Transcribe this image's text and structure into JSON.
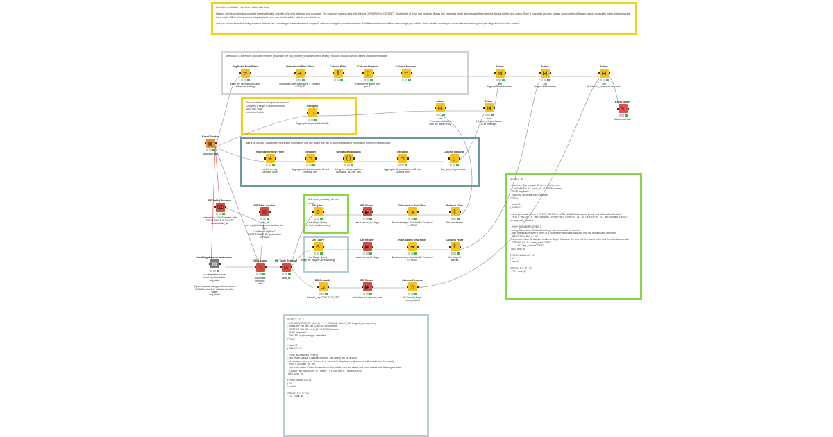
{
  "annotations": {
    "school": {
      "text": "School of duplicates - and how to deal with them\n\nDealing with duplicates is a constant theme with data scientist. And a lot of things can go wrong. The customer ways to deal with them is GROUP BY or DISTINCT. Just get rid of them and be done. But as this examples might demonstrate this might not always be the best option. Even if your data provider swears your combined IDs are unique especially in big Data scenarios there might still be lurking some nasty duplicates and you should still be able to deal with them.\n\nAnd you should be able to bring a messy dataset into a meaningful table with a nice unique ID without loosing too much information. And this workflow would like to encourage you to think about what to do with your duplicates and not to get caught off guard but to take control :-)"
    },
    "knime_advanced": {
      "text": "use KNIME's advanced duplicate remover (much like the row_number() trick described below). You can choose one line based on another variable"
    },
    "simplest": {
      "text": "The simplest form of duplicate removal.\nGroup by a single ID with functions\nsum, min, max\nwhat's not to like"
    },
    "notch": {
      "text": "Take it up a notch: Aggregate meaningful information into one single line per ID while keeping the information from several sub-rows"
    },
    "rownumber": {
      "text": "(tick a row_number() ad your\nfriend"
    },
    "sql_left": {
      "text": "SELECT  `t2`.*\n, CONCAT(TRIM(`t2`.`street`) , \" - \", TRIM(`t2`.`town`)) AS longest_adress_string\n-- mark the Top row per ID as the chosen one\n, CASE WHEN `t2`.`rank_id` =1 THEN 'chosen'\n  ELSE 'duplicate'\n  END AS `duplicate-type-classifier`\nFROM\n\n-- start t2\n( SELECT t1.*\n\n, ROW_NUMBER() OVER (\n-- set which unique ID should be kept - all others will be deleted\n-- this makes sure even if there is a *complete* duplicate only one row will remain (and be intact)\n   PARTITION BY `t1`.`ID`\n-- set rules which ID should remain on Top in this case the street and town adress with the longest entry\n   ORDER BY (LENGTH(`t1`.`street`) + LENGTH(`t1`.`town`)) DESC\n ) AS `rank_id`\n\nFROM #table# AS `t1`\n) `t2`\n-- end t2\n\nORDER BY `t2`.`ID`\n , `t2`.`rank_id`"
    },
    "sql_right": {
      "text": "SELECT `t2`.*\n\n-- mark the Top row per ID as the chosen one\n, CASE WHEN `t2`.`rank_id` =1 THEN 'chosen'\n  ELSE 'duplicate'\n  END AS `duplicate-type-classifier`\nFROM\n\n-- start t2\n( SELECT *\n\n-- also you could derive a FIRST_VALUE or LAST_VALUE within your group and add that to the table\n, FIRST_VALUE(`t1`.`last_contact`) OVER (PARTITION BY `t1`.`ID` ORDER BY `t1`.`last_contact` DESC)\nas very_last_contact\n\n, ROW_NUMBER() OVER (\n-- set which unique ID should be kept - all others will be deleted\n-- this makes sure even if there is a *complete* duplicate only one row will remain (and be intact)\n   PARTITION BY `t1`.`ID`\n-- set rules which ID should remain on Top in this case the one with the latest entry and then the last contact\n   ORDER BY `t1`.`entry_date` DESC\n        , `t1`.`last_contact` DESC\n ) AS `rank_id`\n\nFROM #table# AS `t1`\n) `t2`\n-- end t2\n\nORDER BY `t2`.`ID`\n , `t2`.`rank_id`"
    }
  },
  "nodes": {
    "dup_filter": {
      "title": "Duplicate\nRow Filter",
      "desc": "keep the highest purchase\n- advanced settings"
    },
    "rb_filter_1": {
      "title": "Rule-based\nRow Filter",
      "desc": "$duplicate-type-classifier$ = \"chosen\" => TRUE"
    },
    "col_filter_1": {
      "title": "Column Filter",
      "desc": ""
    },
    "col_rename_1": {
      "title": "Column Rename",
      "desc": "Highest Purchase ever\nper ID"
    },
    "col_resorter": {
      "title": "Column Resorter",
      "desc": ""
    },
    "joiner_1": {
      "title": "Joiner",
      "desc": "Join\nHighest Purchase ever"
    },
    "joiner_2": {
      "title": "Joiner",
      "desc": "Join\nlongest adress entry"
    },
    "joiner_3": {
      "title": "Joiner",
      "desc": "Join\nall Second_keys ever recorded"
    },
    "csv_writer": {
      "title": "Excel Writer",
      "desc": "data/result.xlsx"
    },
    "groupby_1": {
      "title": "GroupBy",
      "desc": "Aggregate all purchases to ID"
    },
    "joiner_4": {
      "title": "Joiner",
      "desc": "Join\nPurchase statistics\nwith the latest entry"
    },
    "joiner_5": {
      "title": "Joiner",
      "desc": "Join\nlist_sum_of_purchases\nof all 2nd keys"
    },
    "excel_reader": {
      "title": "Excel Reader",
      "desc": "data/data.xlsx"
    },
    "rb_filter_2": {
      "title": "Rule-based\nRow Filter",
      "desc": "delete empty\nSecond_keys"
    },
    "groupby_2": {
      "title": "GroupBy",
      "desc": "Aggregate all purchases to ID and Second_key"
    },
    "string_manip": {
      "title": "String Manipulation",
      "desc": "bring the string together\npurchase_its_2nd_key"
    },
    "groupby_3": {
      "title": "GroupBy",
      "desc": "Aggregate all purchases to ID and Second_key"
    },
    "col_rename_2": {
      "title": "Column Rename",
      "desc": "list_sum_of_purchases"
    },
    "db_table_remover": {
      "title": "DB Table Remover",
      "desc": "alternative: SQL Executor with\nDROP TABLE IF EXISTS\ndefault.data_all;"
    },
    "db_table_creator": {
      "title": "DB Table Creator",
      "desc": "data_all\nset a partitioning command on the tab\n\"Additional Options\"\nPARTITIONED BY (education STRING)"
    },
    "local_big_data": {
      "title": "local big data\ncontext create",
      "desc": "<< delete the whole\nlocal big data folder\n/big_data\n\nif you encounter any problems, close\nKNIME and delete all data from the folder\n/big_data/"
    },
    "db_loader": {
      "title": "DB Loader",
      "desc": "load data\ninto hive\ntable"
    },
    "db_table_selector": {
      "title": "DB Table Selector",
      "desc": "data_all"
    },
    "db_query_1": {
      "title": "DB Query",
      "desc": "the Magic Query\nto find the latest entry"
    },
    "db_reader_1": {
      "title": "DB Reader",
      "desc": "result of row_id Magic"
    },
    "rb_filter_3": {
      "title": "Rule-based\nRow Filter",
      "desc": "$duplicate-type-classifier$ = \"chosen\" => TRUE"
    },
    "col_filter_2": {
      "title": "Column Filter",
      "desc": "the latest entry"
    },
    "db_query_2": {
      "title": "DB Query",
      "desc": "the Magic Query\nkeep the longest adress string"
    },
    "db_reader_2": {
      "title": "DB Reader",
      "desc": "result of row_id Magic"
    },
    "rb_filter_4": {
      "title": "Rule-based\nRow Filter",
      "desc": "$duplicate-type-classifier$ = \"chosen\" => TRUE"
    },
    "col_filter_3": {
      "title": "Column Filter",
      "desc": "the longest\nadress"
    },
    "db_groupby": {
      "title": "DB GroupBy",
      "desc": "Second_key  COLLECT_SET"
    },
    "db_reader_3": {
      "title": "DB Reader",
      "desc": "each item will appear once"
    },
    "col_rename_3": {
      "title": "Column Rename",
      "desc": "All Second_keys\never reported"
    }
  },
  "colors": {
    "yellow": "#f5cf16",
    "gray": "#d4d2cc",
    "teal": "#6f99a1",
    "lightblue": "#b7ccd3",
    "green": "#87d744",
    "manipulator": "#f4c21b",
    "source": "#ee8d25",
    "database": "#d34d3f"
  },
  "icons": {
    "manipulator": "filter-icon",
    "database": "database-icon",
    "source": "table-icon"
  }
}
